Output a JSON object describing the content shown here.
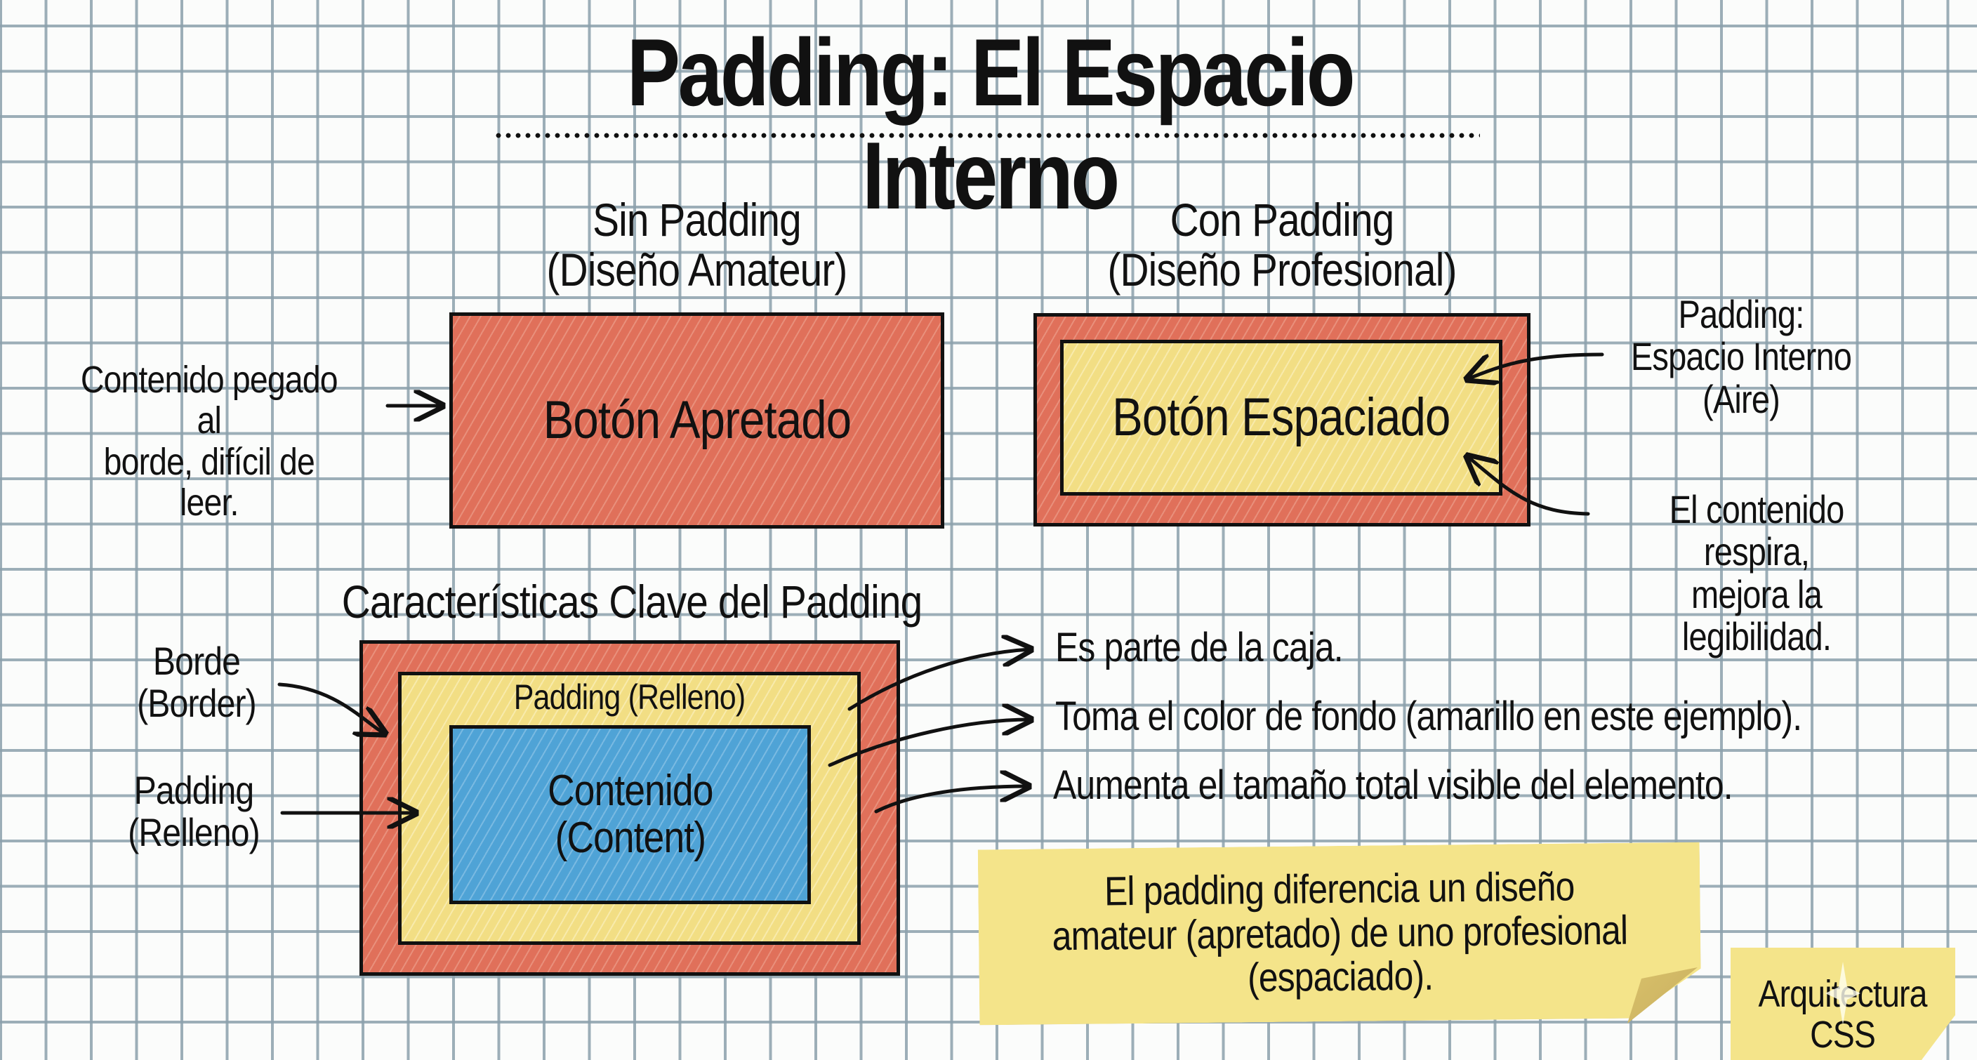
{
  "title": "Padding: El Espacio Interno",
  "colors": {
    "border_red": "#e0705a",
    "padding_yellow": "#f2de84",
    "content_blue": "#4fa3d6",
    "note_yellow": "#f4e48a",
    "grid_line": "#8ca0ac",
    "ink": "#111111"
  },
  "comparison": {
    "left": {
      "heading_line1": "Sin Padding",
      "heading_line2": "(Diseño Amateur)",
      "button_label": "Botón Apretado",
      "annotation_line1": "Contenido pegado al",
      "annotation_line2": "borde, difícil de leer."
    },
    "right": {
      "heading_line1": "Con Padding",
      "heading_line2": "(Diseño Profesional)",
      "button_label": "Botón Espaciado",
      "annotation_top_line1": "Padding:",
      "annotation_top_line2": "Espacio Interno",
      "annotation_top_line3": "(Aire)",
      "annotation_bottom_line1": "El contenido respira,",
      "annotation_bottom_line2": "mejora la legibilidad."
    }
  },
  "box_model": {
    "heading": "Características Clave del Padding",
    "padding_layer_label": "Padding (Relleno)",
    "content_line1": "Contenido",
    "content_line2": "(Content)",
    "left_labels": {
      "border_line1": "Borde",
      "border_line2": "(Border)",
      "padding_line1": "Padding",
      "padding_line2": "(Relleno)"
    },
    "features": [
      "Es parte de la caja.",
      "Toma el color de fondo (amarillo en este ejemplo).",
      "Aumenta el tamaño total visible del elemento."
    ]
  },
  "summary_note": {
    "line1": "El padding diferencia un diseño",
    "line2": "amateur (apretado) de uno profesional",
    "line3": "(espaciado)."
  },
  "corner_tag": {
    "line1": "Arquitectura",
    "line2": "CSS"
  },
  "icons": {
    "arrow": "curved-arrow-icon",
    "sparkle": "sparkle-icon"
  }
}
